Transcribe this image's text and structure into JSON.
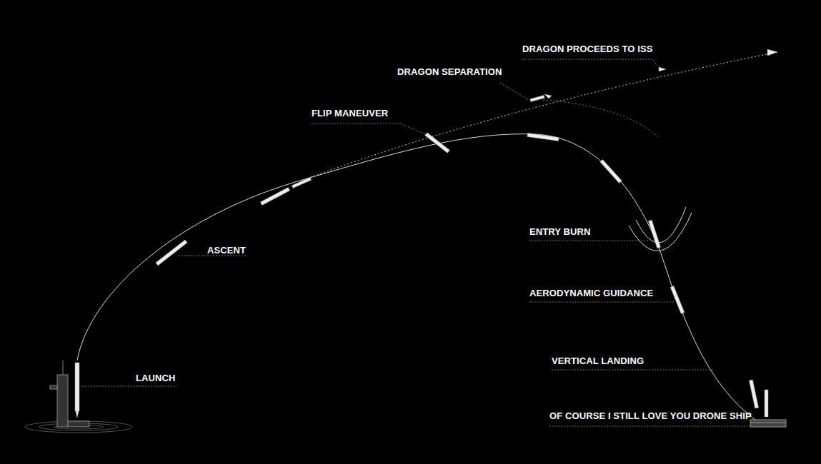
{
  "diagram": {
    "labels": [
      "DRAGON PROCEEDS TO ISS",
      "DRAGON SEPARATION",
      "FLIP MANEUVER",
      "ASCENT",
      "ENTRY BURN",
      "AERODYNAMIC GUIDANCE",
      "VERTICAL LANDING",
      "LAUNCH",
      "OF COURSE I STILL LOVE YOU DRONE SHIP"
    ]
  }
}
